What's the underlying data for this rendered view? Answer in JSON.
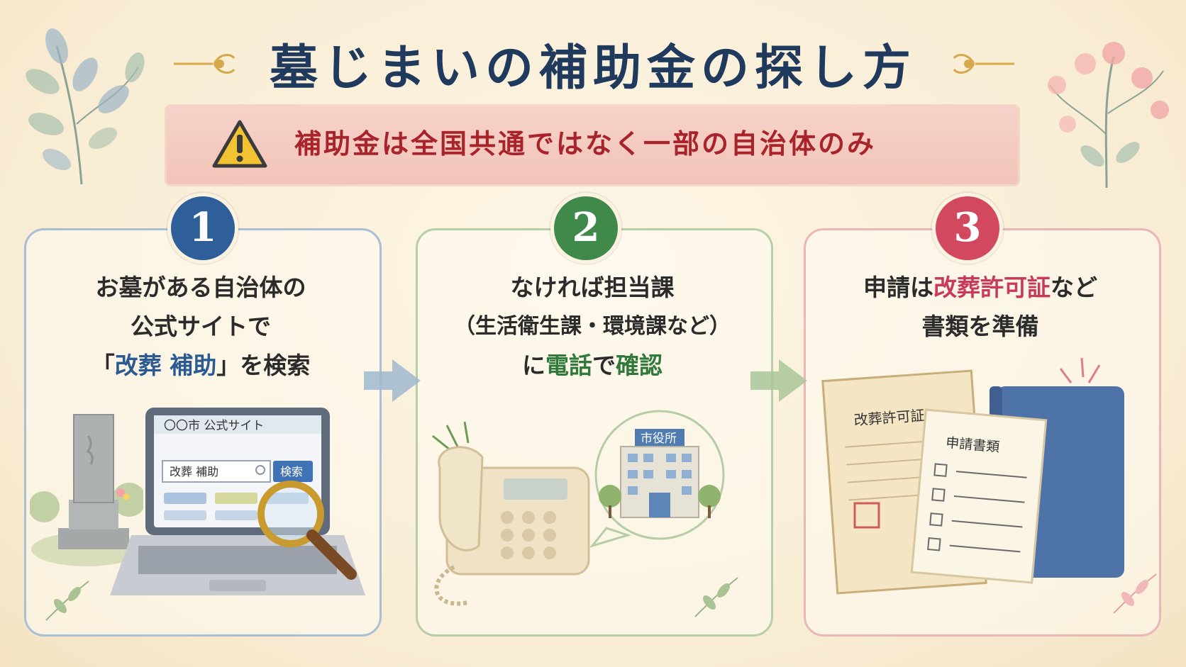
{
  "title": "墓じまいの補助金の探し方",
  "banner": "補助金は全国共通ではなく一部の自治体のみ",
  "steps": [
    {
      "number": "1",
      "line1": "お墓がある自治体の",
      "line2": "公式サイトで",
      "line3_open": "「",
      "line3_highlight": "改葬 補助",
      "line3_close": "」を検索"
    },
    {
      "number": "2",
      "line1": "なければ担当課",
      "line2": "（生活衛生課・環境課など）",
      "line3_pre": "に",
      "line3_h1": "電話",
      "line3_mid": "で",
      "line3_h2": "確認"
    },
    {
      "number": "3",
      "line1_pre": "申請は",
      "line1_highlight": "改葬許可証",
      "line1_post": "など",
      "line2": "書類を準備"
    }
  ],
  "illustration1": {
    "site_title": "〇〇市 公式サイト",
    "search_text": "改葬 補助",
    "search_button": "検索"
  },
  "illustration2": {
    "building_sign": "市役所"
  },
  "illustration3": {
    "permit_title": "改葬許可証",
    "form_title": "申請書類"
  },
  "colors": {
    "title": "#1f3a5c",
    "banner_text": "#a8232a",
    "step1": "#2e5f99",
    "step2": "#3f8a4a",
    "step3": "#d2485e"
  }
}
